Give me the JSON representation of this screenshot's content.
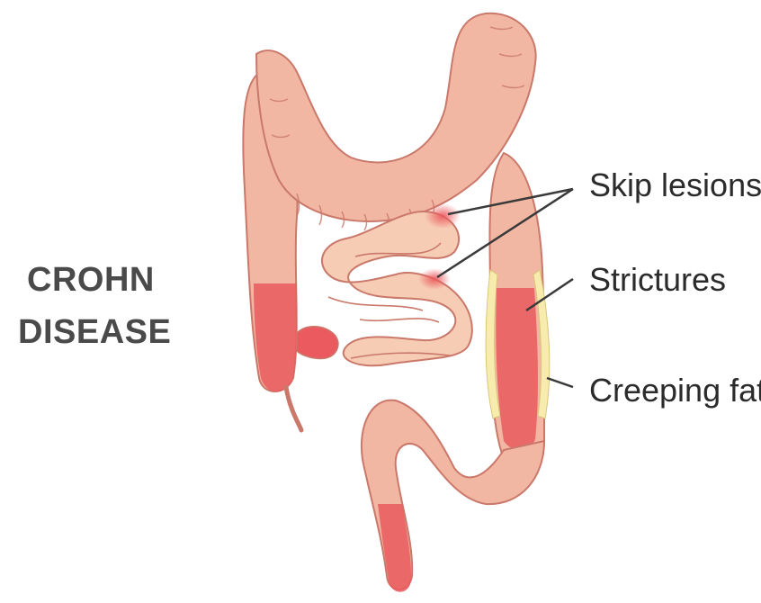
{
  "title": {
    "line1": "CROHN",
    "line2": "DISEASE"
  },
  "labels": {
    "skip_lesions": "Skip lesions",
    "strictures": "Strictures",
    "creeping_fat": "Creeping fat"
  },
  "colors": {
    "bowel": "#f2b7a3",
    "bowel_outline": "#c9786a",
    "small_bowel": "#f7ccb4",
    "inflamed": "#ea5a5e",
    "fat": "#f7ecad",
    "leader": "#3a3a3a"
  }
}
